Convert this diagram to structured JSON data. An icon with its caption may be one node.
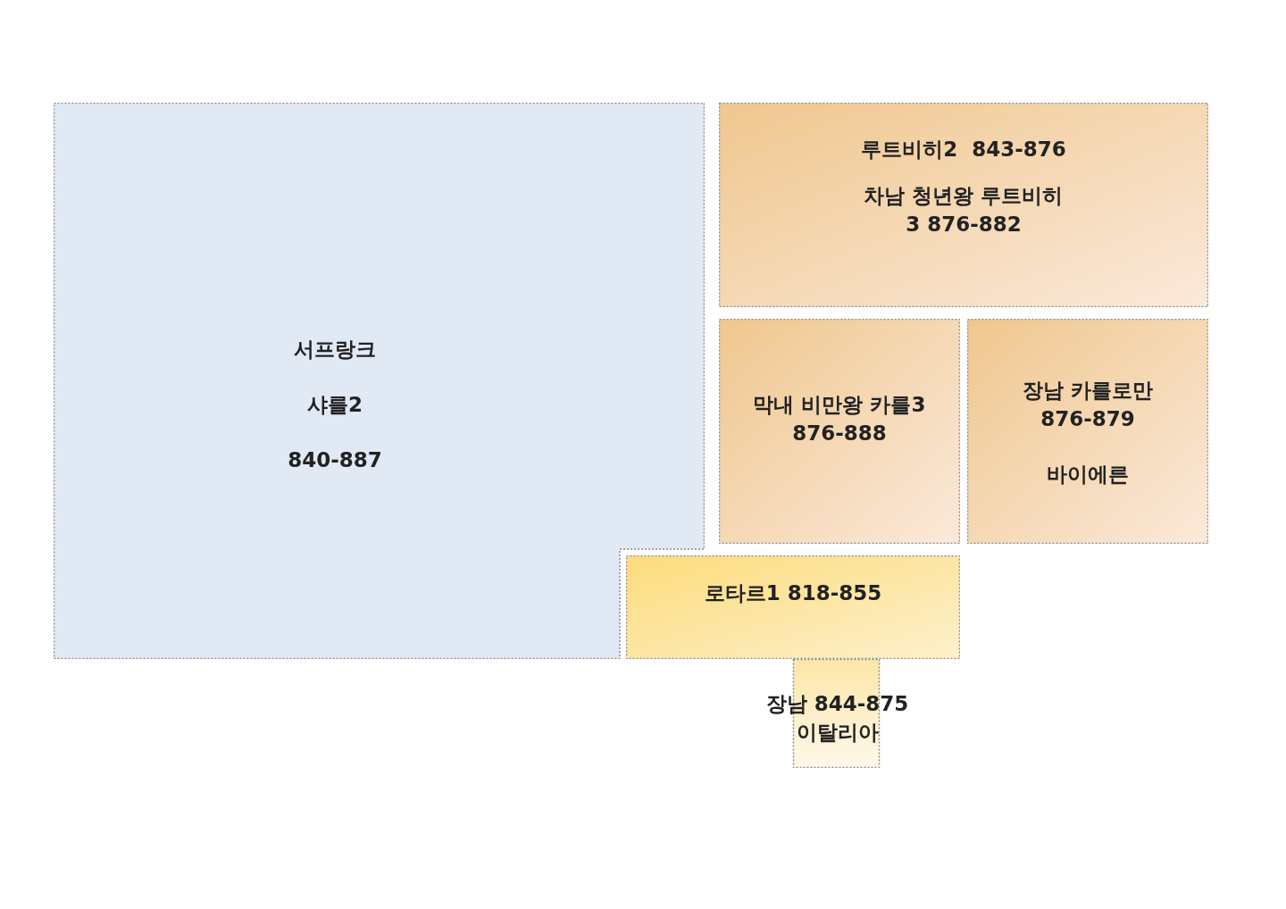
{
  "diagram": {
    "nodes": [
      {
        "text": [
          "서프랑크",
          "샤를2",
          "840-887"
        ]
      },
      {
        "text": [
          "루트비히2  843-876",
          "차남 청년왕 루트비히3 876-882"
        ]
      },
      {
        "text": [
          "막내 비만왕 카를3 876-888"
        ]
      },
      {
        "text": [
          "장남 카를로만 876-879",
          "바이에른"
        ]
      },
      {
        "text": [
          "로타르1 818-855"
        ]
      },
      {
        "text": [
          "장남 844-875 이탈리아"
        ]
      }
    ]
  }
}
